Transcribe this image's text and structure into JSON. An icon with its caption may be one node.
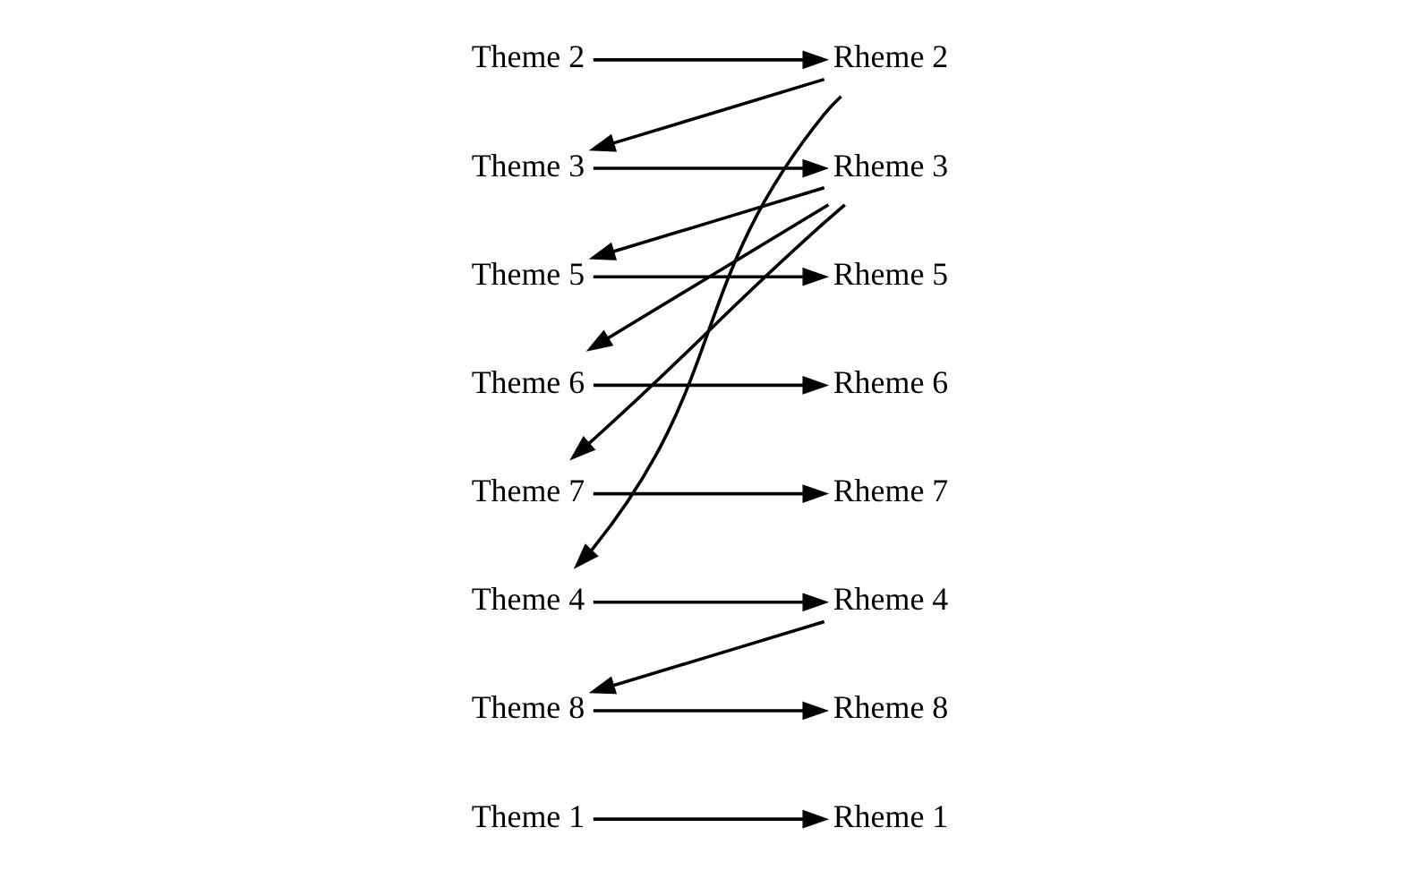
{
  "diagram": {
    "nodes": [
      {
        "text": [
          "Theme 1"
        ]
      },
      {
        "text": [
          "Rheme 1"
        ]
      },
      {
        "text": [
          "Theme 2"
        ]
      },
      {
        "text": [
          "Rheme 2"
        ]
      },
      {
        "text": [
          "Theme 3"
        ]
      },
      {
        "text": [
          "Rheme 3"
        ]
      },
      {
        "text": [
          "Theme 4"
        ]
      },
      {
        "text": [
          "Rheme 4"
        ]
      },
      {
        "text": [
          "Theme 5"
        ]
      },
      {
        "text": [
          "Rheme 5"
        ]
      },
      {
        "text": [
          "Theme 6"
        ]
      },
      {
        "text": [
          "Rheme 6"
        ]
      },
      {
        "text": [
          "Theme 7"
        ]
      },
      {
        "text": [
          "Rheme 7"
        ]
      },
      {
        "text": [
          "Theme 8"
        ]
      },
      {
        "text": [
          "Rheme 8"
        ]
      }
    ],
    "edges": [
      {
        "from": 0,
        "to": 1,
        "arrow": "to"
      },
      {
        "from": 2,
        "to": 3,
        "arrow": "to"
      },
      {
        "from": 3,
        "to": 4,
        "arrow": "to"
      },
      {
        "from": 3,
        "to": 6,
        "arrow": "to"
      },
      {
        "from": 4,
        "to": 5,
        "arrow": "to"
      },
      {
        "from": 5,
        "to": 8,
        "arrow": "to"
      },
      {
        "from": 5,
        "to": 10,
        "arrow": "to"
      },
      {
        "from": 5,
        "to": 12,
        "arrow": "to"
      },
      {
        "from": 6,
        "to": 7,
        "arrow": "to"
      },
      {
        "from": 7,
        "to": 14,
        "arrow": "to"
      },
      {
        "from": 8,
        "to": 9,
        "arrow": "to"
      },
      {
        "from": 10,
        "to": 11,
        "arrow": "to"
      },
      {
        "from": 12,
        "to": 13,
        "arrow": "to"
      },
      {
        "from": 14,
        "to": 15,
        "arrow": "to"
      }
    ]
  }
}
